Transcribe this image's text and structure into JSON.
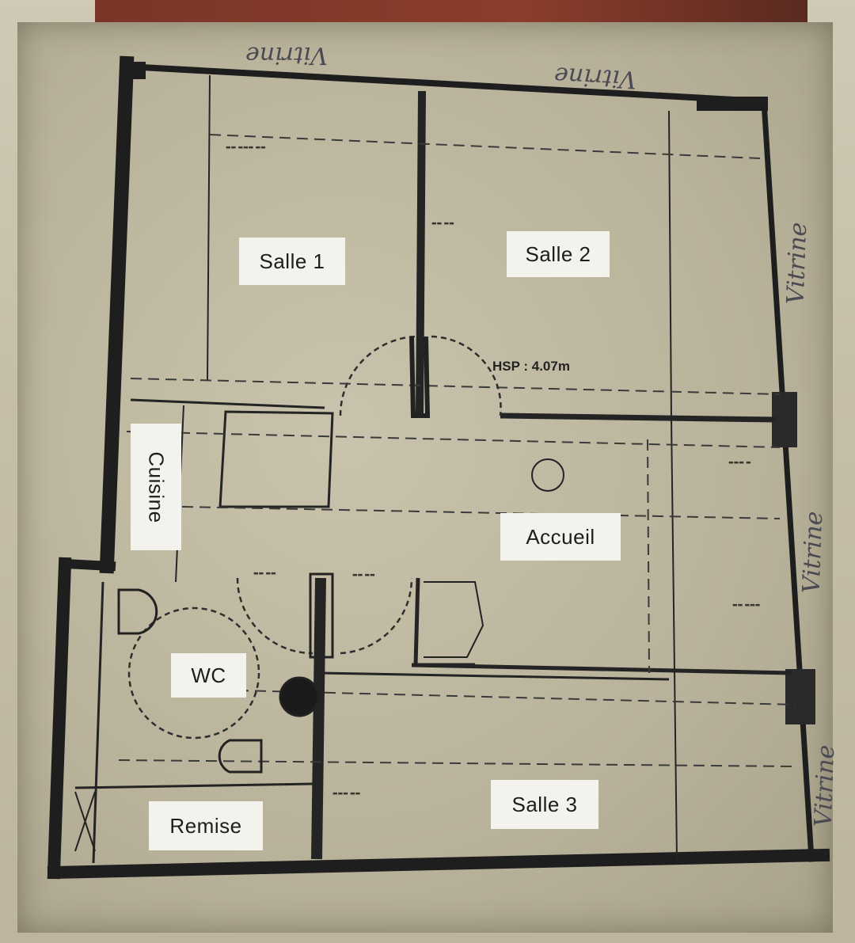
{
  "rooms": {
    "salle1": "Salle 1",
    "salle2": "Salle 2",
    "salle3": "Salle 3",
    "cuisine": "Cuisine",
    "accueil": "Accueil",
    "wc": "WC",
    "remise": "Remise"
  },
  "height_note": "HSP : 4.07m",
  "handwritten": {
    "vitrine_top_left": "Vitrine",
    "vitrine_top_right": "Vitrine",
    "vitrine_right_upper": "Vitrine",
    "vitrine_right_middle": "Vitrine",
    "vitrine_right_lower": "Vitrine"
  },
  "colors": {
    "wall": "#1e1e1e",
    "label_bg": "#f4f2ec",
    "handwriting": "#4a4a52"
  }
}
